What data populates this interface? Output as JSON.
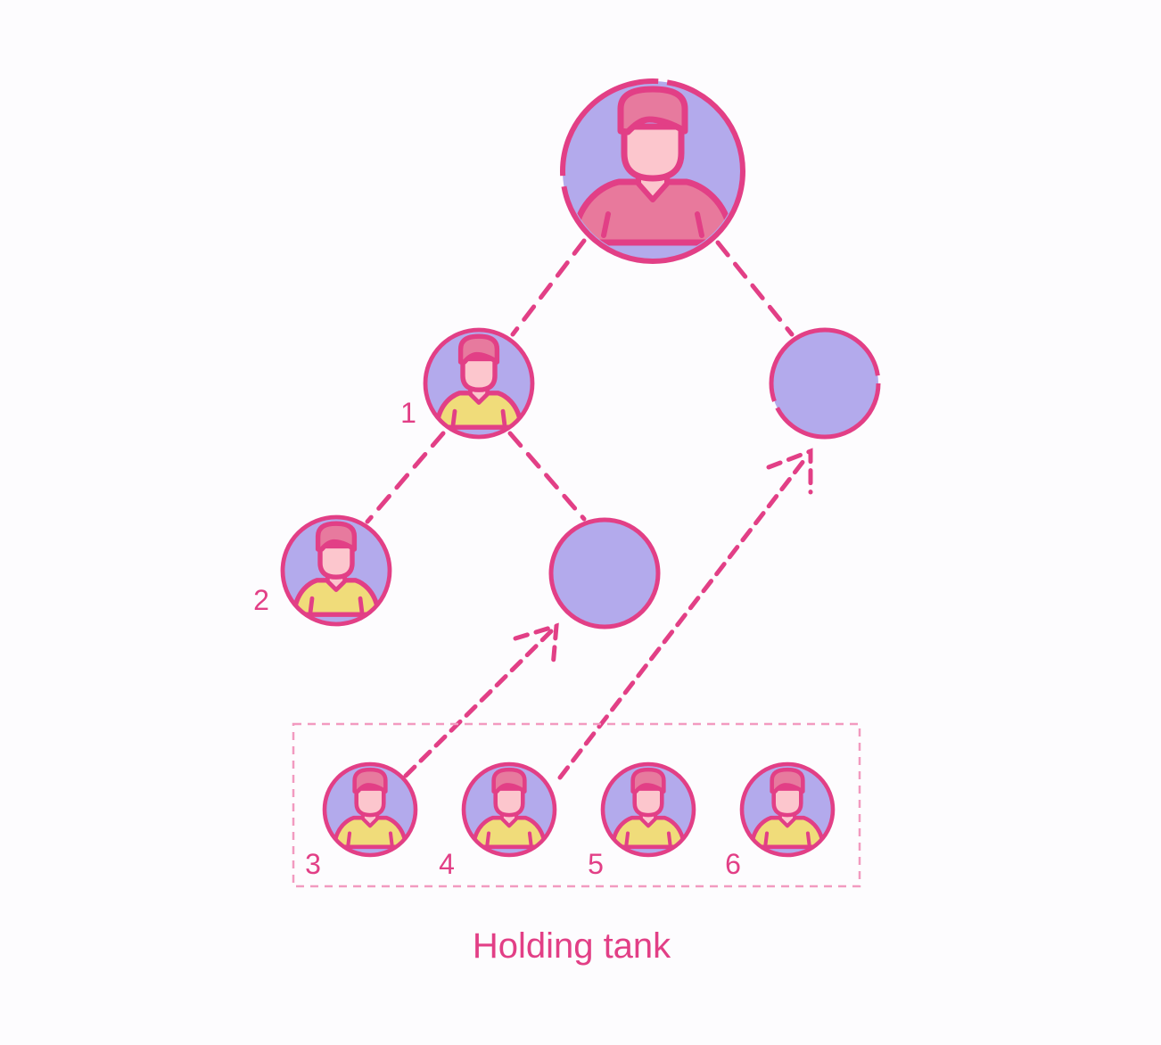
{
  "colors": {
    "stroke": "#e23f86",
    "node_fill": "#b3aaec",
    "skin": "#fcc6cd",
    "hair": "#e77a9e",
    "shirt_top": "#e8799c",
    "shirt_member": "#f0dc7a",
    "text": "#e23f86",
    "tank_border": "#f29ac0"
  },
  "tree": {
    "root": {
      "icon": "person-avatar-icon",
      "label": ""
    },
    "level1": [
      {
        "icon": "person-avatar-icon",
        "label": "1",
        "filled": true
      },
      {
        "icon": "",
        "label": "",
        "filled": false
      }
    ],
    "level2": [
      {
        "icon": "person-avatar-icon",
        "label": "2",
        "filled": true
      },
      {
        "icon": "",
        "label": "",
        "filled": false
      }
    ]
  },
  "holding_tank": {
    "caption": "Holding tank",
    "members": [
      {
        "label": "3",
        "icon": "person-avatar-icon"
      },
      {
        "label": "4",
        "icon": "person-avatar-icon"
      },
      {
        "label": "5",
        "icon": "person-avatar-icon"
      },
      {
        "label": "6",
        "icon": "person-avatar-icon"
      }
    ]
  }
}
